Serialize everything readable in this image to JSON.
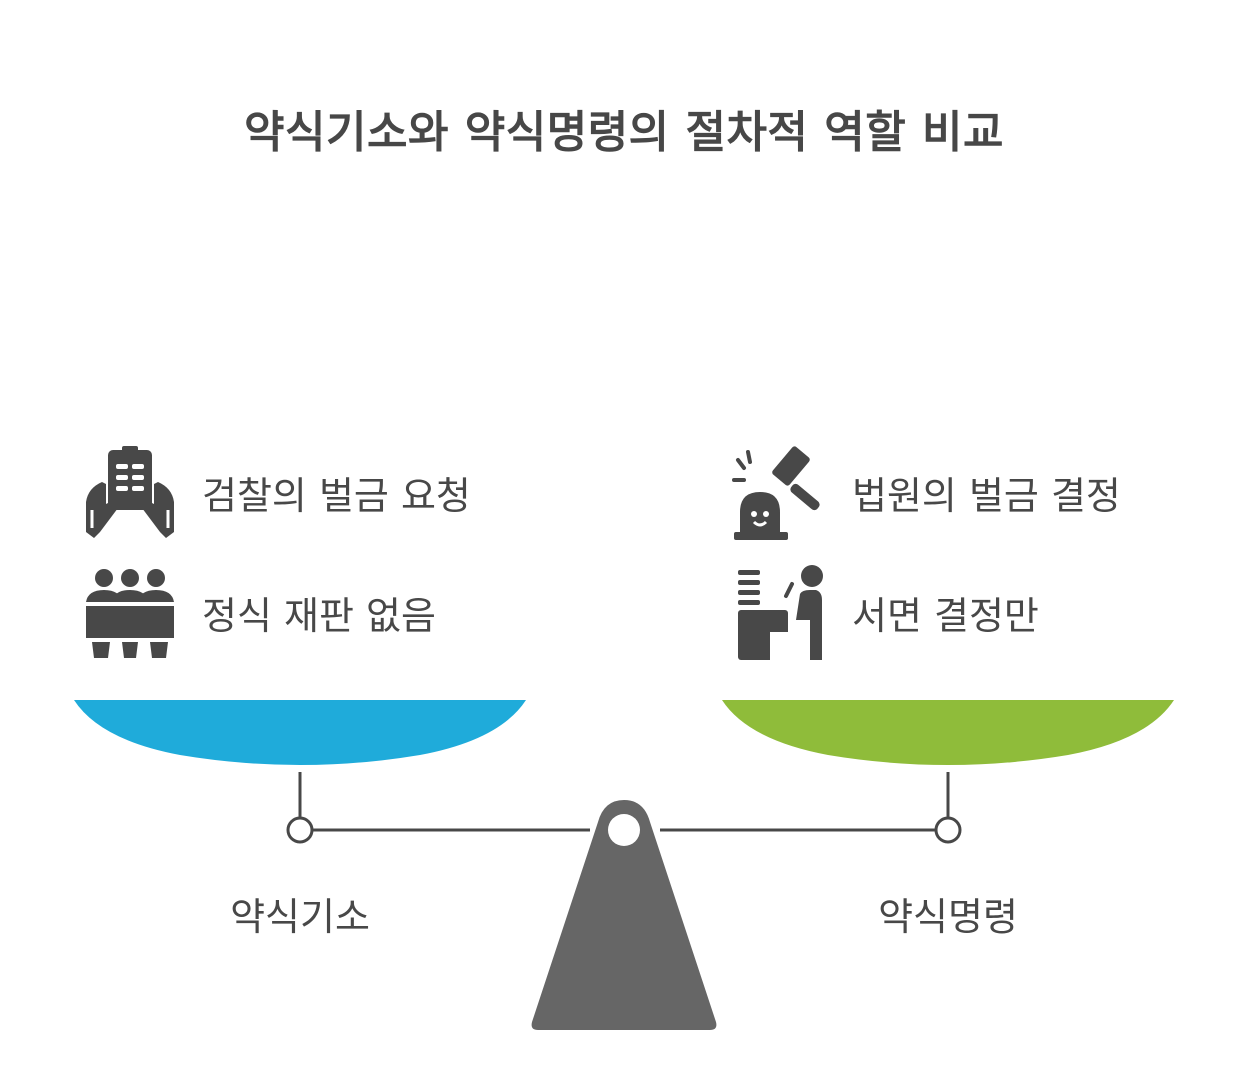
{
  "title": "약식기소와 약식명령의 절차적 역할 비교",
  "left": {
    "name": "약식기소",
    "color": "#1fabda",
    "items": [
      {
        "icon": "prosecutor-document-icon",
        "label": "검찰의 벌금 요청"
      },
      {
        "icon": "group-people-icon",
        "label": "정식 재판 없음"
      }
    ]
  },
  "right": {
    "name": "약식명령",
    "color": "#8fbc3a",
    "items": [
      {
        "icon": "judge-gavel-icon",
        "label": "법원의 벌금 결정"
      },
      {
        "icon": "person-writing-desk-icon",
        "label": "서면 결정만"
      }
    ]
  },
  "colors": {
    "beam": "#484848",
    "fulcrum": "#666666",
    "text": "#484848"
  }
}
